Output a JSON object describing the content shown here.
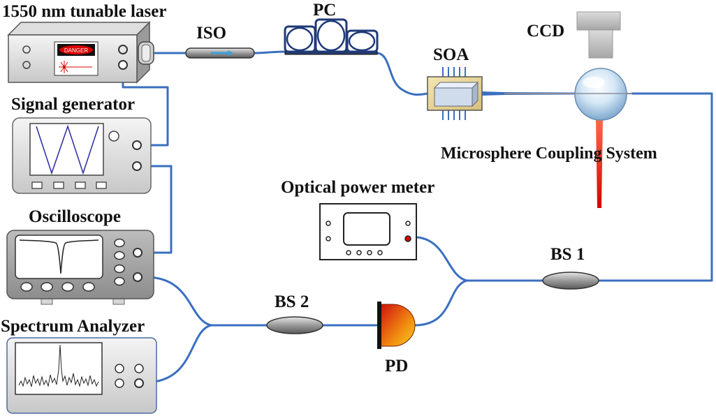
{
  "labels": {
    "laser": "1550 nm tunable laser",
    "iso": "ISO",
    "pc": "PC",
    "soa": "SOA",
    "ccd": "CCD",
    "microsphere": "Microsphere Coupling System",
    "signal_generator": "Signal generator",
    "optical_power_meter": "Optical power meter",
    "oscilloscope": "Oscilloscope",
    "bs1": "BS 1",
    "bs2": "BS 2",
    "spectrum_analyzer": "Spectrum Analyzer",
    "pd": "PD",
    "danger": "DANGER"
  },
  "colors": {
    "fiber": "#3a6fc0",
    "red": "#d80000",
    "device_fill": "#e6e6e6",
    "panel_dark": "#555555"
  }
}
